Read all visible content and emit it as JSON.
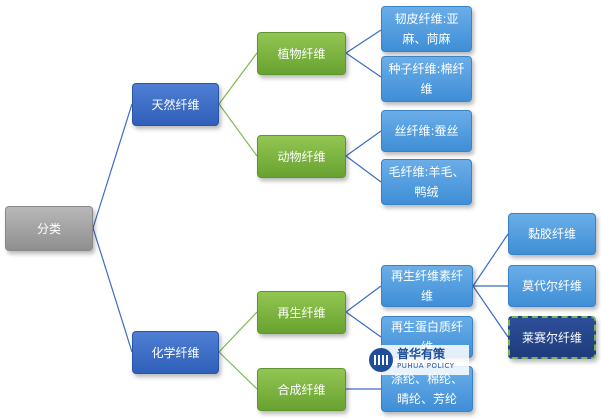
{
  "diagram": {
    "root": "分类",
    "natural": "天然纤维",
    "chemical": "化学纤维",
    "plant": "植物纤维",
    "animal": "动物纤维",
    "regenerated": "再生纤维",
    "synthetic": "合成纤维",
    "bast": "韧皮纤维:亚麻、苘麻",
    "seed": "种子纤维:棉纤维",
    "silk": "丝纤维:蚕丝",
    "hair": "毛纤维:羊毛、鸭绒",
    "cellulose": "再生纤维素纤维",
    "protein": "再生蛋白质纤维",
    "synthetic_types": "涤纶、棉纶、晴纶、芳纶",
    "viscose": "黏胶纤维",
    "modal": "莫代尔纤维",
    "lyocell": "莱赛尔纤维"
  },
  "logo": {
    "name": "普华有策",
    "english": "PUHUA POLICY"
  },
  "colors": {
    "connector": "#3b6cc4",
    "connector_green": "#7dbb52",
    "root": "#a6a6a6",
    "level1": "#3e6fc6",
    "level2": "#7cb342",
    "level3": "#4d9be0",
    "highlight": "#274689"
  }
}
